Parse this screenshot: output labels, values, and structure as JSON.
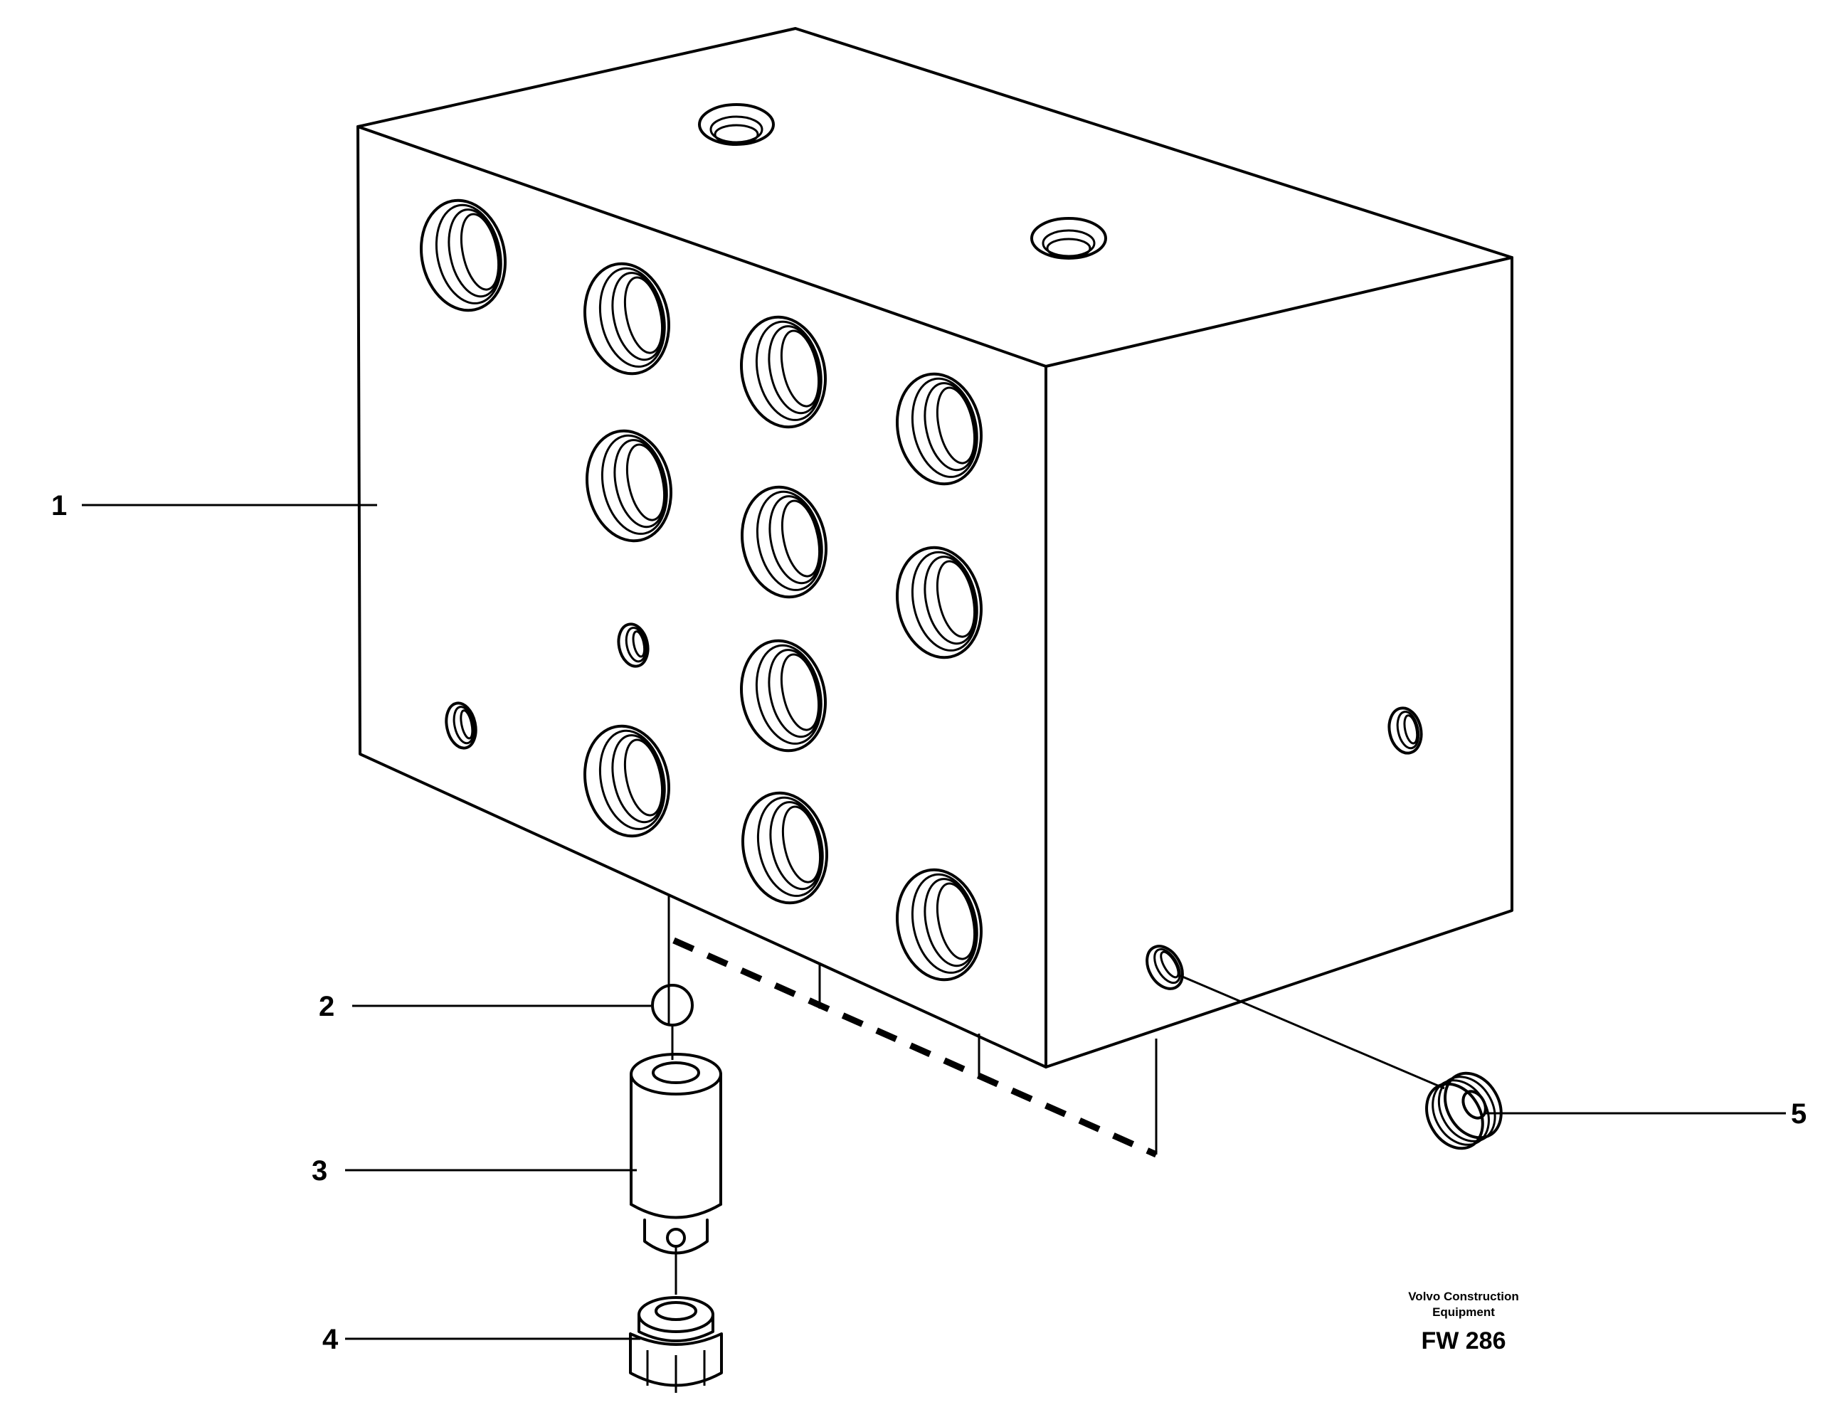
{
  "callouts": [
    {
      "number": "1"
    },
    {
      "number": "2"
    },
    {
      "number": "3"
    },
    {
      "number": "4"
    },
    {
      "number": "5"
    }
  ],
  "brand": {
    "line1": "Volvo Construction",
    "line2": "Equipment"
  },
  "figure_code": "FW 286"
}
